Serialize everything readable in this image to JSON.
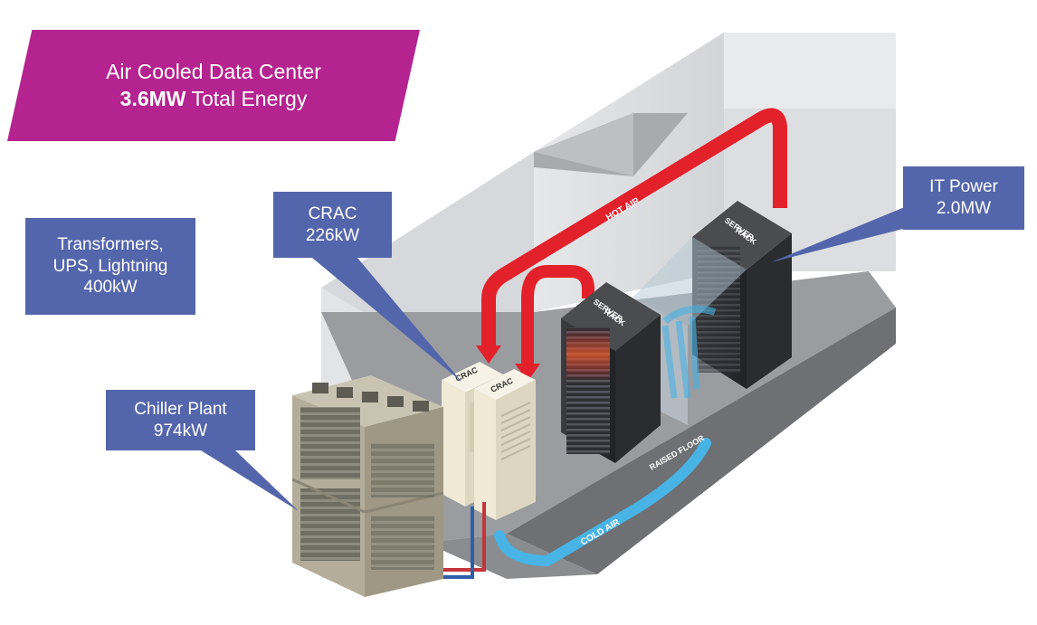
{
  "title": {
    "line1": "Air Cooled Data Center",
    "energy_value": "3.6MW",
    "energy_suffix": " Total Energy"
  },
  "labels": {
    "crac": {
      "name": "CRAC",
      "value": "226kW"
    },
    "transformers": {
      "line1": "Transformers,",
      "line2": "UPS, Lightning",
      "value": "400kW"
    },
    "chiller": {
      "name": "Chiller Plant",
      "value": "974kW"
    },
    "it_power": {
      "name": "IT Power",
      "value": "2.0MW"
    }
  },
  "diagram_text": {
    "hot_air": "HOT AIR",
    "cold_air": "COLD AIR",
    "raised_floor": "RAISED FLOOR",
    "server_rack_line1": "SERVER",
    "server_rack_line2": "RACK",
    "crac_unit": "CRAC"
  },
  "colors": {
    "banner": "#b4238f",
    "label_box": "#5466ab",
    "hot_air": "#e3212b",
    "cold_air": "#48b3e5"
  }
}
